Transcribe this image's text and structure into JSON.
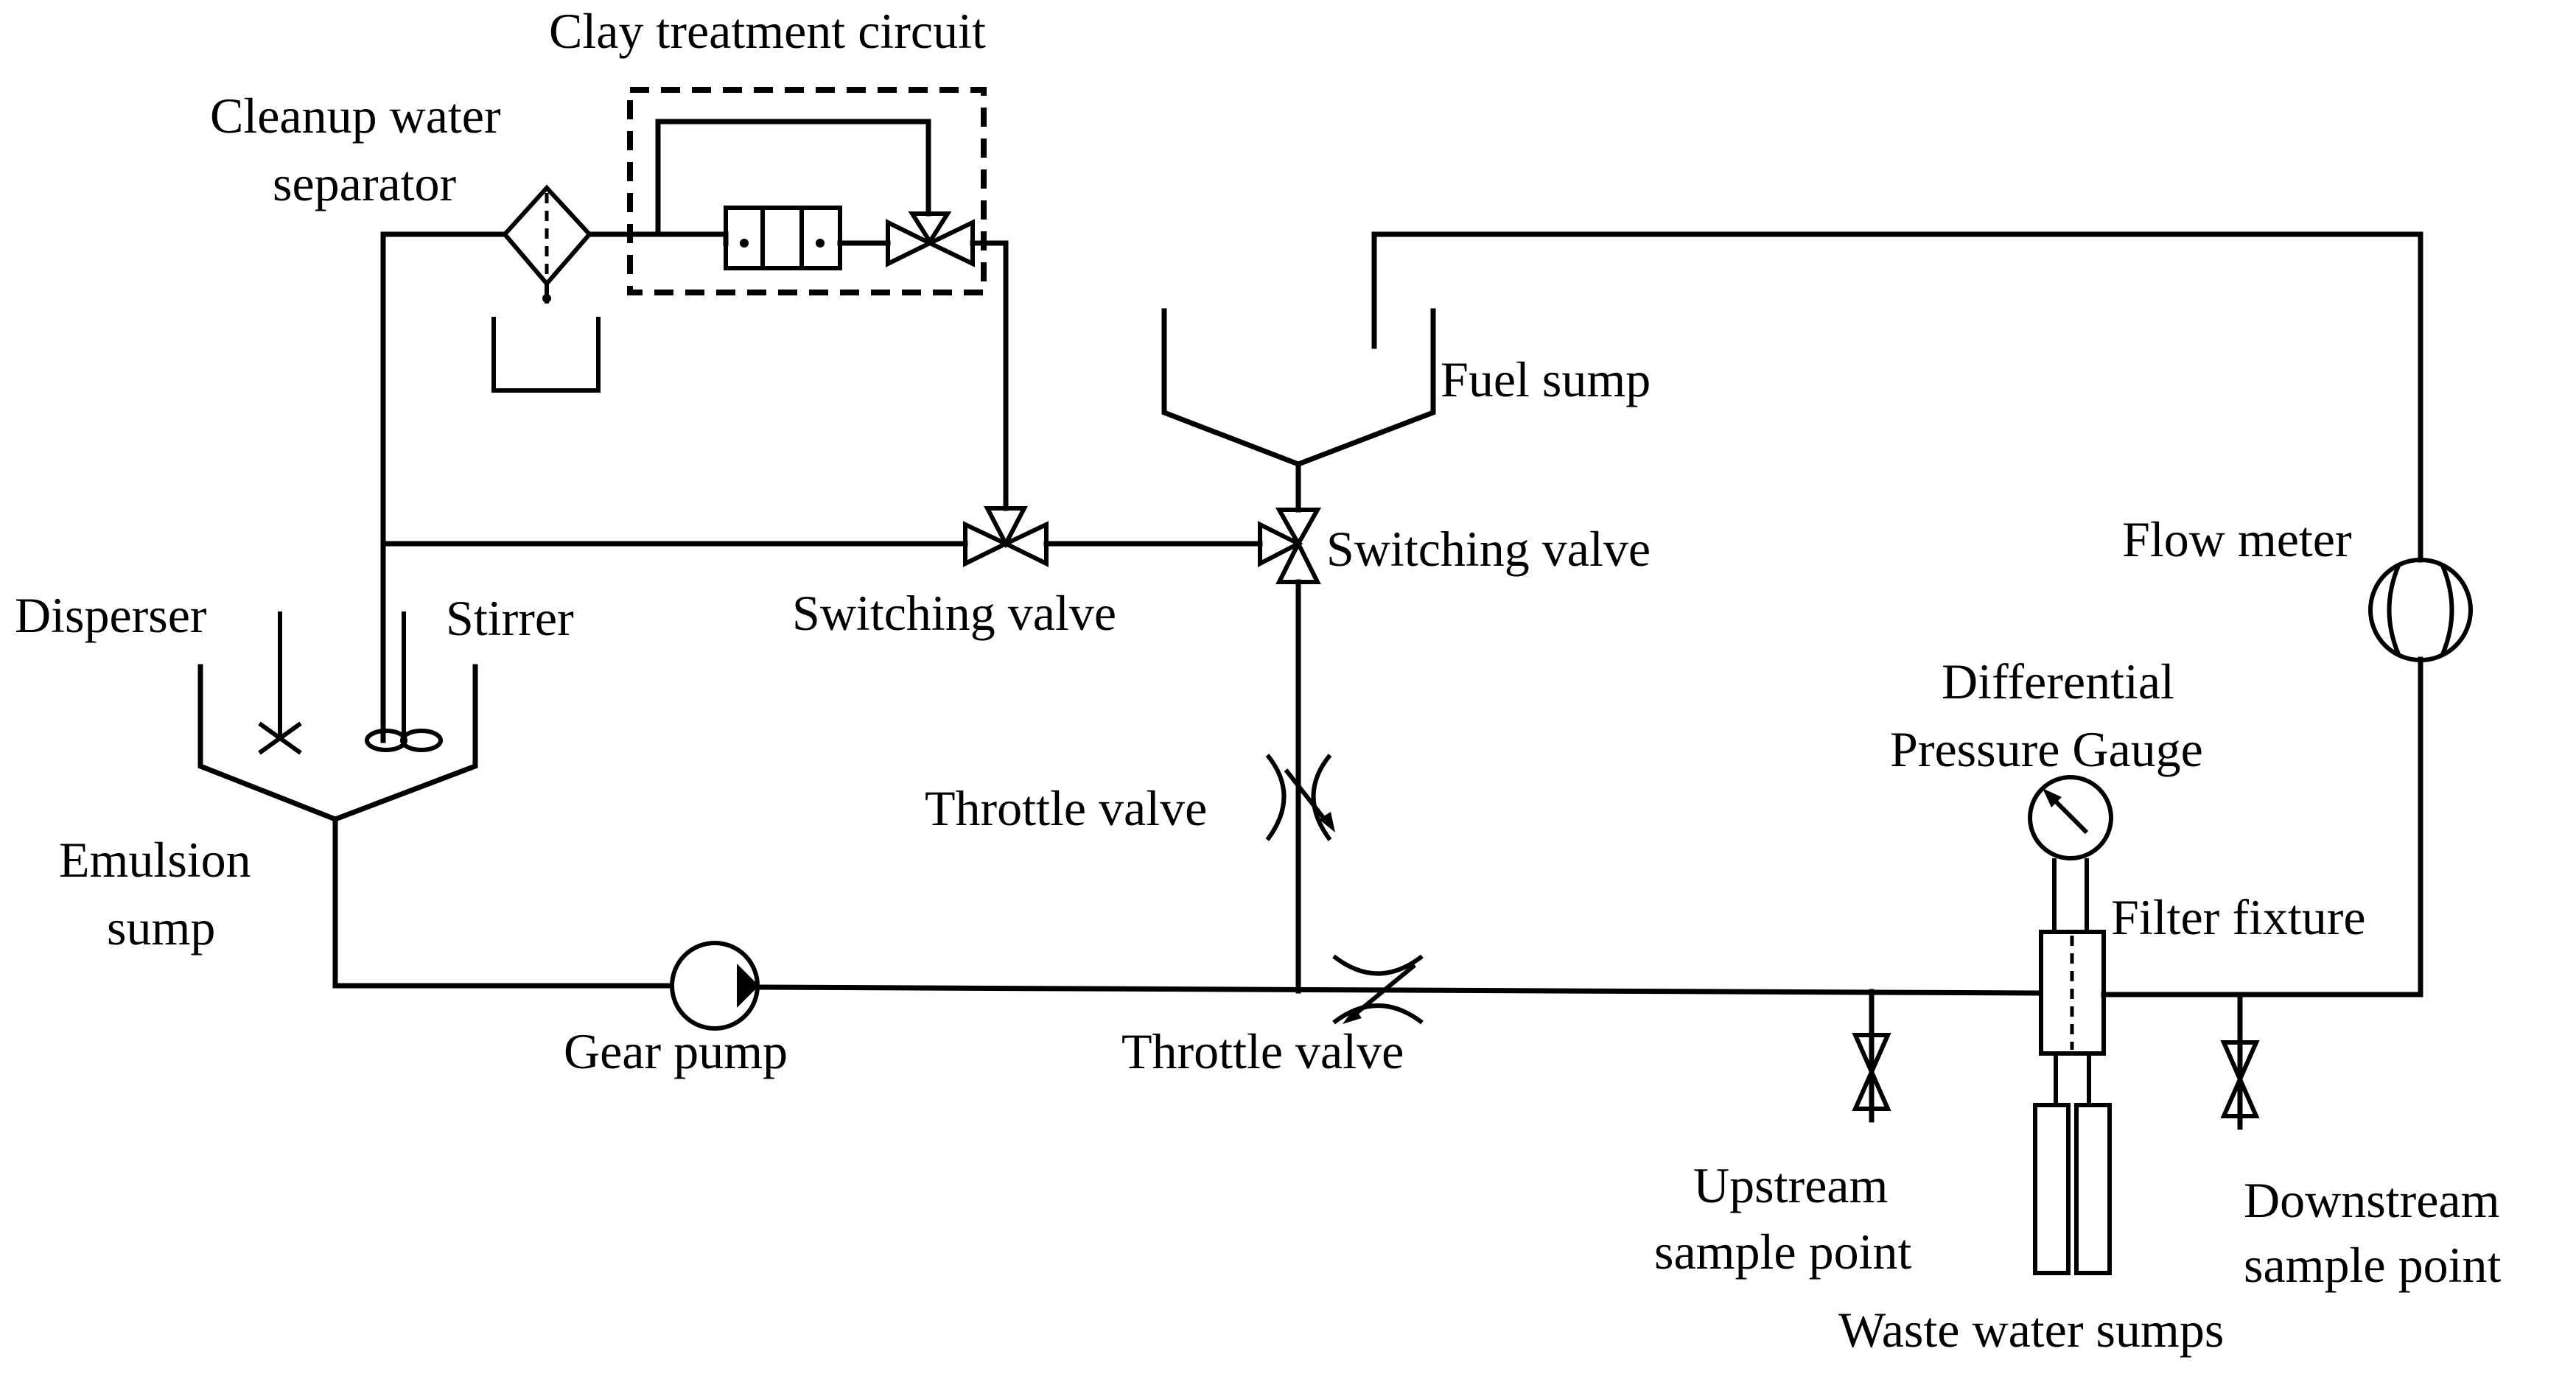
{
  "labels": {
    "clay_circuit": "Clay treatment circuit",
    "cleanup_line1": "Cleanup water",
    "cleanup_line2": "separator",
    "fuel_sump": "Fuel sump",
    "switching_valve_right": "Switching valve",
    "switching_valve_left": "Switching valve",
    "flow_meter": "Flow meter",
    "disperser": "Disperser",
    "stirrer": "Stirrer",
    "dpg_line1": "Differential",
    "dpg_line2": "Pressure Gauge",
    "throttle_valve_upper": "Throttle valve",
    "throttle_valve_lower": "Throttle valve",
    "emulsion_line1": "Emulsion",
    "emulsion_line2": "sump",
    "filter_fixture": "Filter fixture",
    "gear_pump": "Gear pump",
    "upstream_line1": "Upstream",
    "upstream_line2": "sample point",
    "downstream_line1": "Downstream",
    "downstream_line2": "sample point",
    "waste_water": "Waste water sumps"
  }
}
